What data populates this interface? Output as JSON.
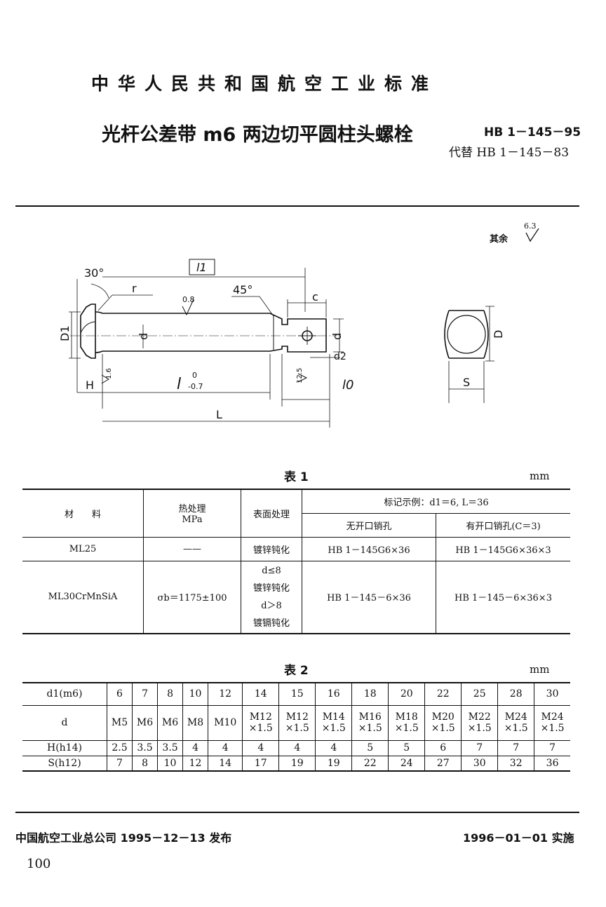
{
  "header": {
    "org_standard": "中华人民共和国航空工业标准",
    "title": "光杆公差带 m6 两边切平圆柱头螺栓",
    "code": "HB 1－145－95",
    "replaces": "代替 HB 1－145－83"
  },
  "roughness": {
    "rest_label": "其余",
    "rest_value": "6.3"
  },
  "drawing": {
    "angle_head": "30°",
    "radius": "r",
    "l1": "l1",
    "chamfer": "45°",
    "c": "c",
    "roughness_shank": "0.8",
    "d1": "D1",
    "d": "d",
    "d_thread": "d",
    "d2": "d2",
    "h": "H",
    "roughness_h": "1.6",
    "l_len": "l",
    "l_tol_upper": "0",
    "l_tol_lower": "-0.7",
    "roughness_thread": "12.5",
    "l0": "l0",
    "big_l": "L",
    "big_d": "D",
    "s": "S"
  },
  "table1": {
    "caption": "表 1",
    "unit": "mm",
    "headers": {
      "material": "材　　料",
      "heat": "热处理",
      "heat_unit": "MPa",
      "surface": "表面处理",
      "example": "标记示例：d1＝6, L＝36",
      "no_hole": "无开口销孔",
      "with_hole": "有开口销孔(C＝3)"
    },
    "rows": [
      {
        "material": "ML25",
        "heat": "——",
        "surface": [
          "镀锌钝化"
        ],
        "no_hole": "HB 1－145G6×36",
        "with_hole": "HB 1－145G6×36×3"
      },
      {
        "material": "ML30CrMnSiA",
        "heat": "σb＝1175±100",
        "surface": [
          "d≤8",
          "镀锌钝化",
          "d＞8",
          "镀镉钝化"
        ],
        "no_hole": "HB 1－145－6×36",
        "with_hole": "HB 1－145－6×36×3"
      }
    ]
  },
  "table2": {
    "caption": "表 2",
    "unit": "mm",
    "row_labels": [
      "d1(m6)",
      "d",
      "H(h14)",
      "S(h12)"
    ],
    "d1": [
      "6",
      "7",
      "8",
      "10",
      "12",
      "14",
      "15",
      "16",
      "18",
      "20",
      "22",
      "25",
      "28",
      "30"
    ],
    "d_top": [
      "M5",
      "M6",
      "M6",
      "M8",
      "M10",
      "M12",
      "M12",
      "M14",
      "M16",
      "M18",
      "M20",
      "M22",
      "M24",
      "M24"
    ],
    "d_bottom": [
      "",
      "",
      "",
      "",
      "",
      "×1.5",
      "×1.5",
      "×1.5",
      "×1.5",
      "×1.5",
      "×1.5",
      "×1.5",
      "×1.5",
      "×1.5"
    ],
    "h": [
      "2.5",
      "3.5",
      "3.5",
      "4",
      "4",
      "4",
      "4",
      "4",
      "5",
      "5",
      "6",
      "7",
      "7",
      "7"
    ],
    "s": [
      "7",
      "8",
      "10",
      "12",
      "14",
      "17",
      "19",
      "19",
      "22",
      "24",
      "27",
      "30",
      "32",
      "36"
    ]
  },
  "footer": {
    "issuer": "中国航空工业总公司 1995－12－13 发布",
    "effective": "1996－01－01 实施",
    "page": "100"
  }
}
